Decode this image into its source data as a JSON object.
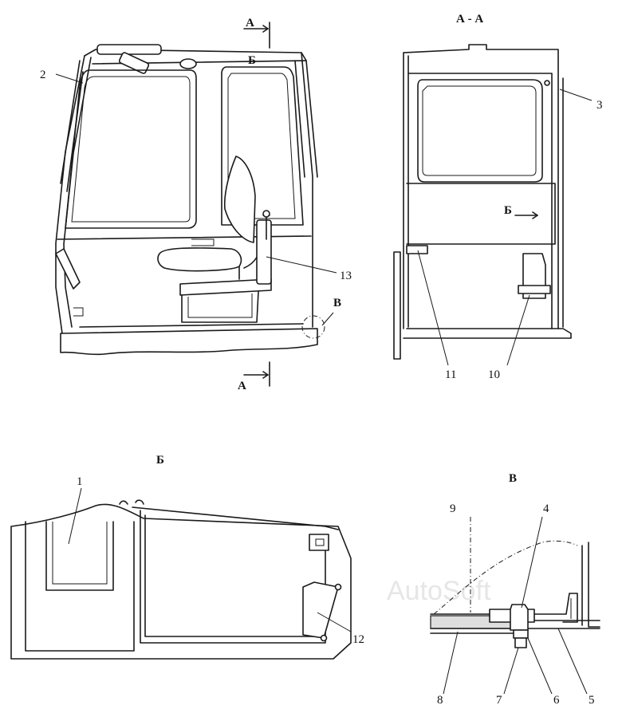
{
  "views": {
    "section_title": "А - А",
    "view_b_title": "Б",
    "view_v_title": "В"
  },
  "section_marks": {
    "top": "А",
    "bottom": "А",
    "view_b_mark_main": "Б",
    "view_b_mark_section": "Б",
    "view_v_mark": "В"
  },
  "callouts": [
    "1",
    "2",
    "3",
    "4",
    "5",
    "6",
    "7",
    "8",
    "9",
    "10",
    "11",
    "12",
    "13"
  ],
  "watermark": "AutoSoft"
}
